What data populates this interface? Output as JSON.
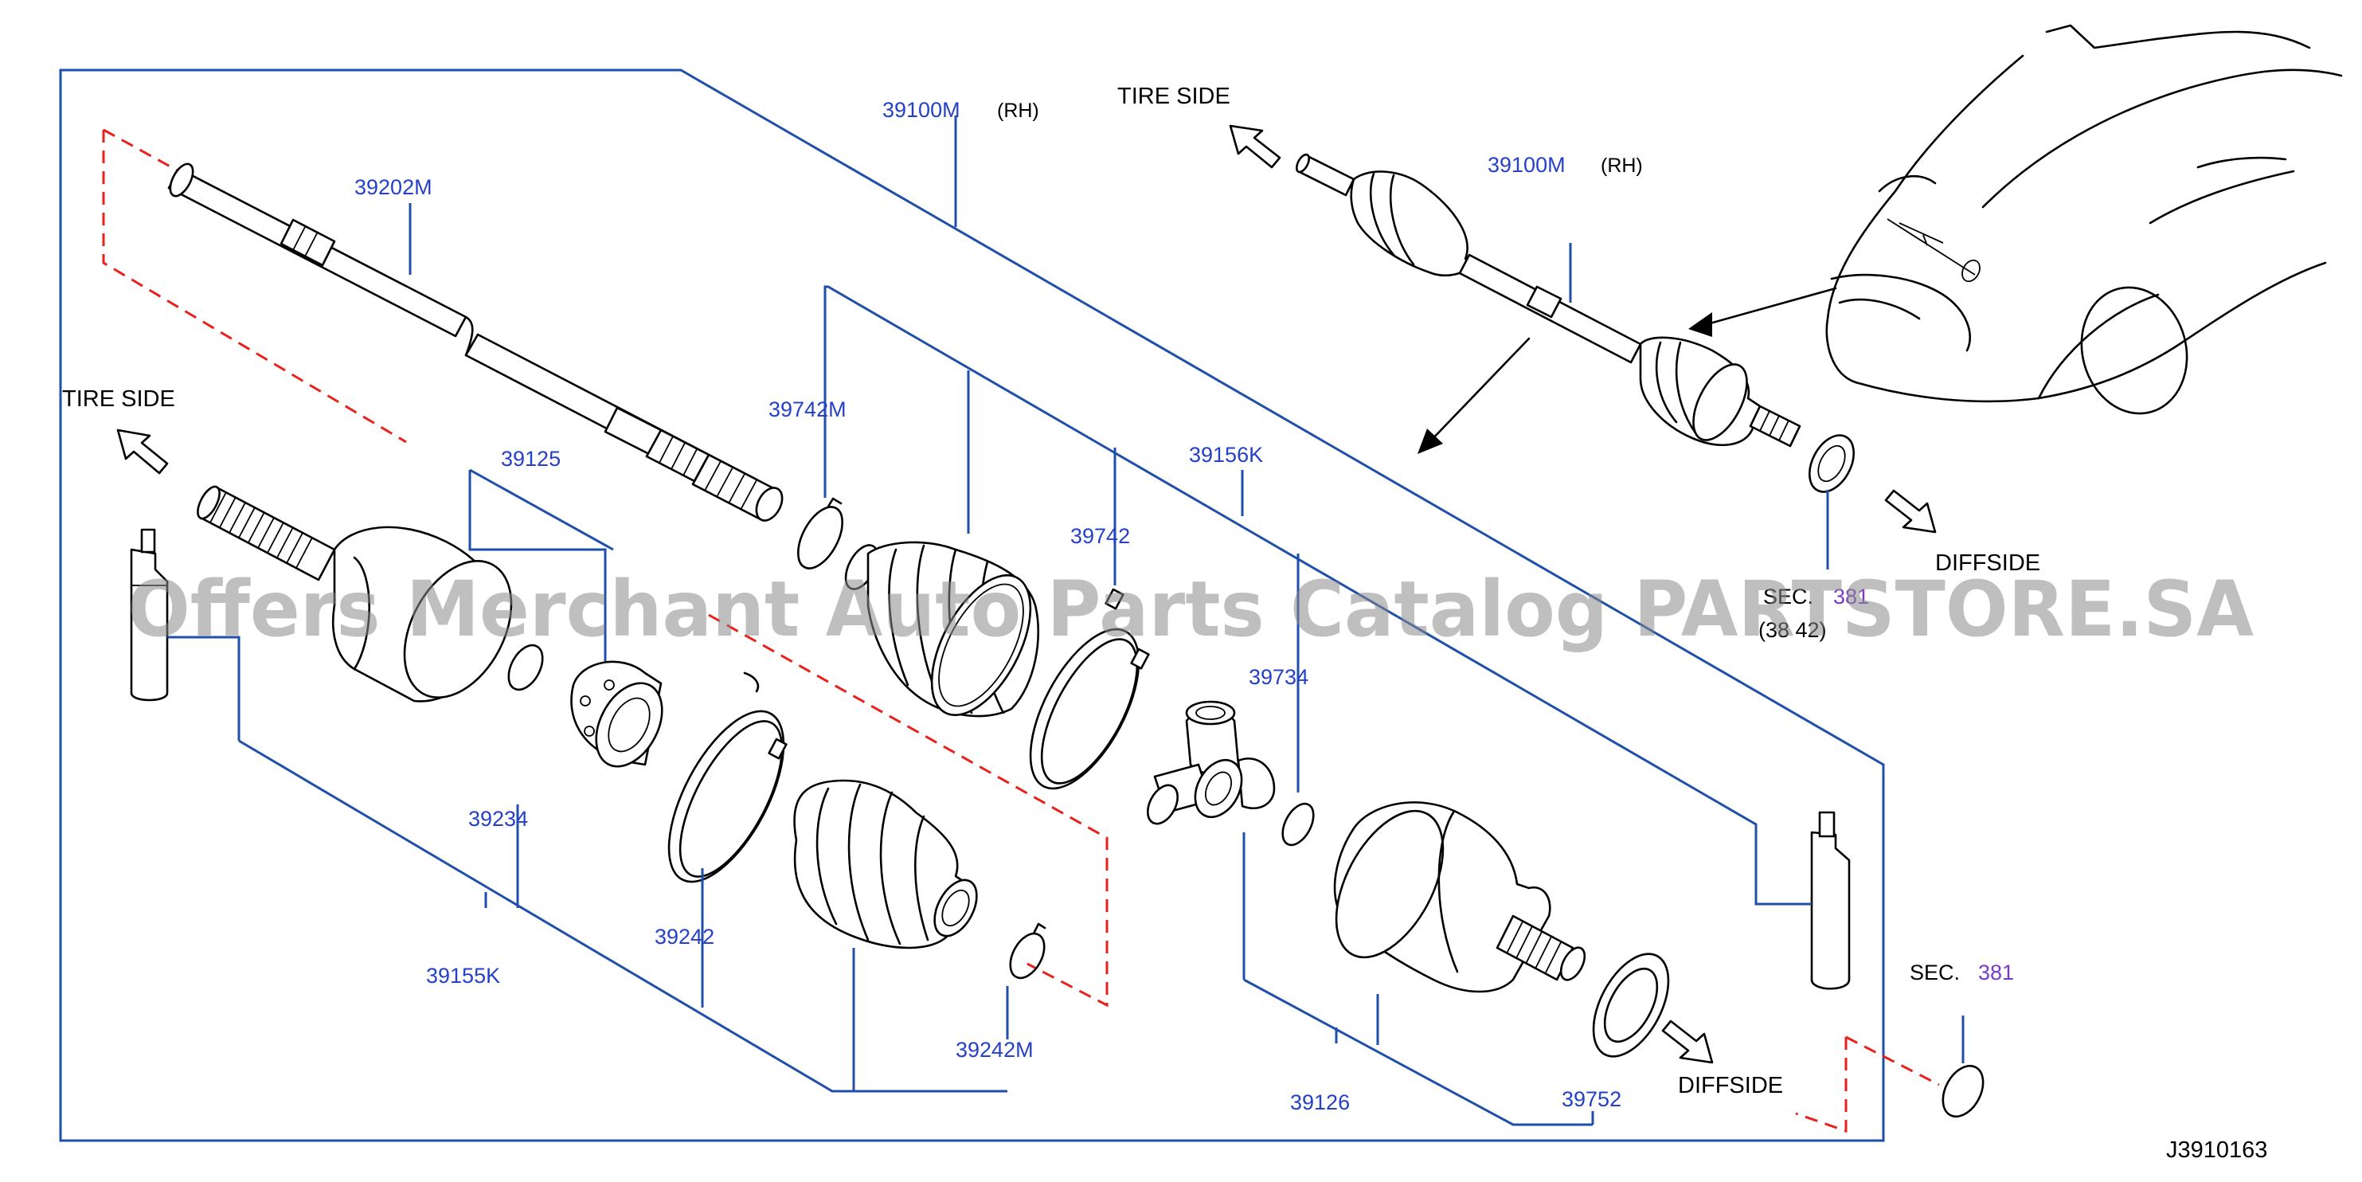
{
  "labels": {
    "assy_top": "39100M",
    "assy_top_side": "(RH)",
    "assy_right": "39100M",
    "assy_right_side": "(RH)",
    "shaft": "39202M",
    "band_large_shaft": "39742M",
    "kit_inner": "39156K",
    "band_inner": "39742",
    "joint_outer": "39125",
    "circlip_inner": "39734",
    "snap_ring": "39234",
    "band_outer": "39242",
    "kit_outer": "39155K",
    "band_small_outer": "39242M",
    "housing_inner": "39126",
    "seal": "39752"
  },
  "directions": {
    "tire_side_left": "TIRE   SIDE",
    "tire_side_right": "TIRE   SIDE",
    "diffside_right": "DIFFSIDE",
    "diffside_bottom": "DIFFSIDE"
  },
  "sections": {
    "sec_upper_prefix": "SEC.",
    "sec_upper_num": "381",
    "sec_upper_sub": "(38 42)",
    "sec_lower_prefix": "SEC.",
    "sec_lower_num": "381"
  },
  "diagram_code": "J3910163",
  "watermark": "Offers Merchant Auto Parts Catalog PARTSTORE.SA"
}
